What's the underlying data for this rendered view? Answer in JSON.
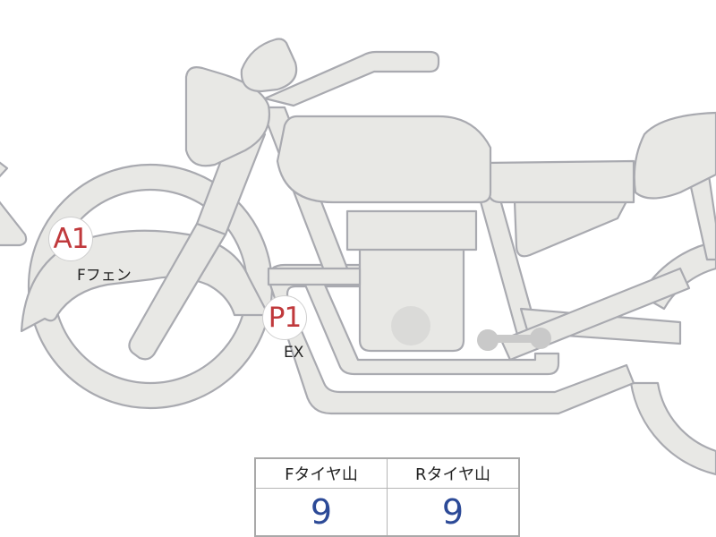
{
  "diagram": {
    "subject": "motorcycle side view",
    "colors": {
      "part_fill": "#e8e8e5",
      "part_stroke": "#a9aab0",
      "marker_code": "#c0393c",
      "label_text": "#222222",
      "value_text": "#2c4a97"
    }
  },
  "markers": [
    {
      "code": "A1",
      "label": "Fフェン"
    },
    {
      "code": "P1",
      "label": "EX"
    }
  ],
  "tread_table": {
    "headers": [
      "Fタイヤ山",
      "Rタイヤ山"
    ],
    "values": [
      "9",
      "9"
    ]
  }
}
